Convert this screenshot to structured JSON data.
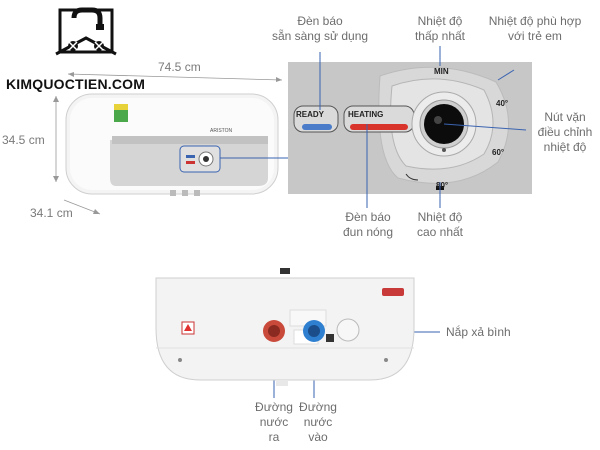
{
  "brand": {
    "name": "KIMQUOCTIEN.COM",
    "logo_icon": "faucet-house-icon"
  },
  "dimensions": {
    "width": "74.5 cm",
    "height": "34.5 cm",
    "depth": "34.1 cm"
  },
  "control_panel": {
    "ready_label": "READY",
    "heating_label": "HEATING",
    "min_label": "MIN",
    "temp_40": "40°",
    "temp_60": "60°",
    "temp_80": "80°",
    "ready_light_color": "#4a7cc9",
    "heating_light_color": "#d9342b"
  },
  "annotations": {
    "ready_indicator": [
      "Đèn báo",
      "sẵn sàng sử dụng"
    ],
    "min_temp": [
      "Nhiệt độ",
      "thấp nhất"
    ],
    "child_temp": [
      "Nhiệt độ phù hợp",
      "với trẻ em"
    ],
    "knob": [
      "Nút vặn",
      "điều chỉnh",
      "nhiệt độ"
    ],
    "heating_indicator": [
      "Đèn báo",
      "đun nóng"
    ],
    "max_temp": [
      "Nhiệt độ",
      "cao nhất"
    ],
    "drain_cap": [
      "Nắp xả bình"
    ],
    "water_out": [
      "Đường",
      "nước",
      "ra"
    ],
    "water_in": [
      "Đường",
      "nước",
      "vào"
    ]
  },
  "heater": {
    "brand_mark": "ARISTON",
    "rating_sticker": "Energy"
  },
  "colors": {
    "hot_pipe": "#c94a3a",
    "cold_pipe": "#2f7fd0",
    "panel_bg": "#c9c9c9"
  }
}
